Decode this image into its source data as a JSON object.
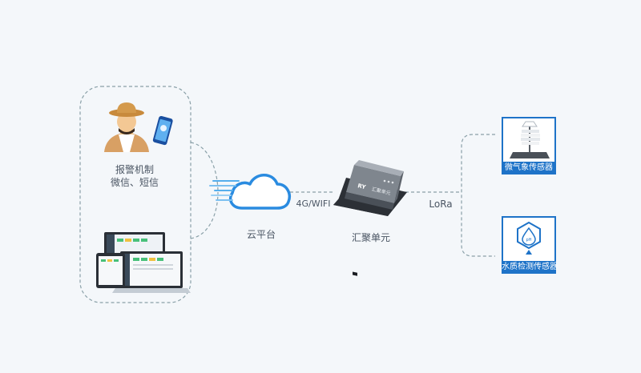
{
  "alert": {
    "line1": "报警机制",
    "line2": "微信、短信"
  },
  "cloud": {
    "label": "云平台"
  },
  "link_cloud_gateway": {
    "label": "4G/WIFI"
  },
  "gateway": {
    "label": "汇聚单元",
    "device_brand": "RY",
    "device_screen_text": "汇聚单元"
  },
  "link_lora": {
    "label": "LoRa"
  },
  "sensors": [
    {
      "label": "微气象传感器"
    },
    {
      "label": "水质检测传感器"
    }
  ],
  "colors": {
    "accent": "#1e73c8",
    "cloud": "#2a8be0",
    "dashed": "#8aa0a8",
    "text": "#4a5563",
    "background": "#f4f7fa"
  }
}
